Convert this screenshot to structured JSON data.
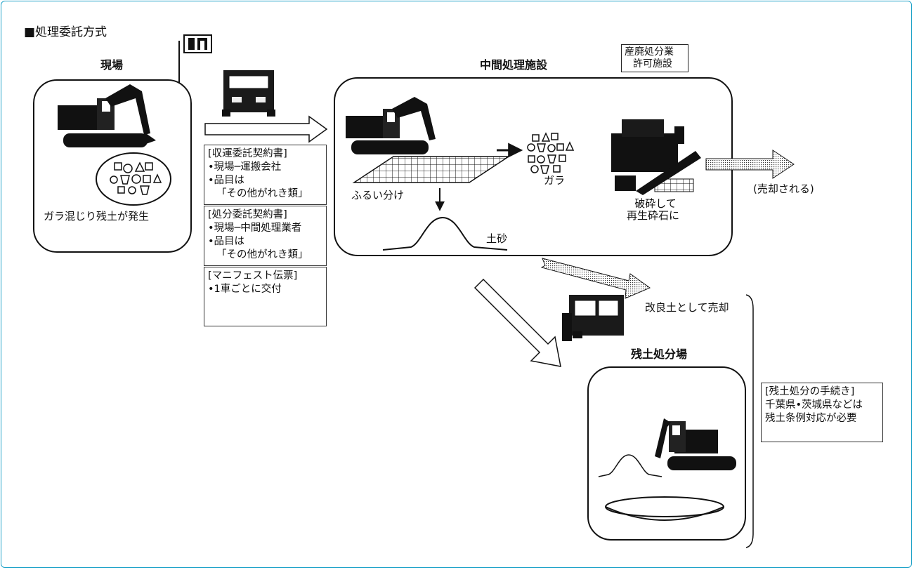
{
  "title": "■処理委託方式",
  "site": {
    "label": "現場",
    "caption": "ガラ混じり残土が発生"
  },
  "contracts": {
    "transport": {
      "heading": "[収運委託契約書]",
      "lines": [
        "•現場─運搬会社",
        "•品目は",
        "「その他がれき類」"
      ]
    },
    "disposal": {
      "heading": "[処分委託契約書]",
      "lines": [
        "•現場─中間処理業者",
        "•品目は",
        "「その他がれき類」"
      ]
    },
    "manifest": {
      "heading": "[マニフェスト伝票]",
      "lines": [
        "•1車ごとに交付"
      ]
    }
  },
  "facility": {
    "label": "中間処理施設",
    "permit": [
      "産廃処分業",
      "許可施設"
    ],
    "sieve": "ふるい分け",
    "rubble": "ガラ",
    "soil": "土砂",
    "crush": [
      "破砕して",
      "再生砕石に"
    ]
  },
  "sold_label": "(売却される)",
  "improved_soil_label": "改良土として売却",
  "landfill": {
    "label": "残土処分場",
    "procedure": {
      "heading": "[残土処分の手続き]",
      "lines": [
        "千葉県•茨城県などは",
        "残土条例対応が必要"
      ]
    }
  },
  "colors": {
    "frame": "#1ea2c8",
    "ink": "#111111"
  }
}
